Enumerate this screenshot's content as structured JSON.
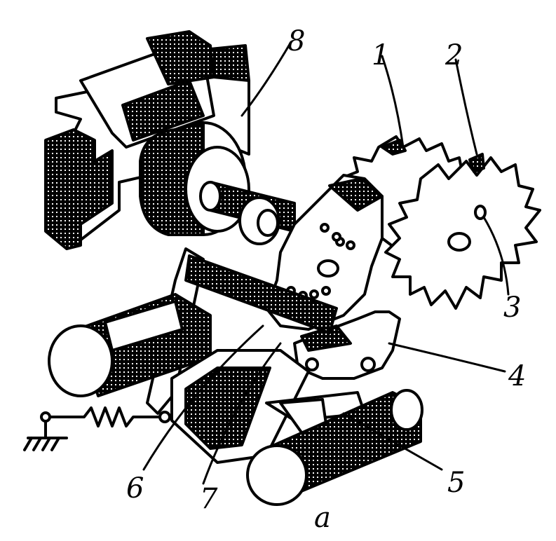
{
  "diagram": {
    "labels": {
      "l1": "1",
      "l2": "2",
      "l3": "3",
      "l4": "4",
      "l5": "5",
      "l6": "6",
      "l7": "7",
      "l8": "8"
    },
    "caption": "a"
  }
}
